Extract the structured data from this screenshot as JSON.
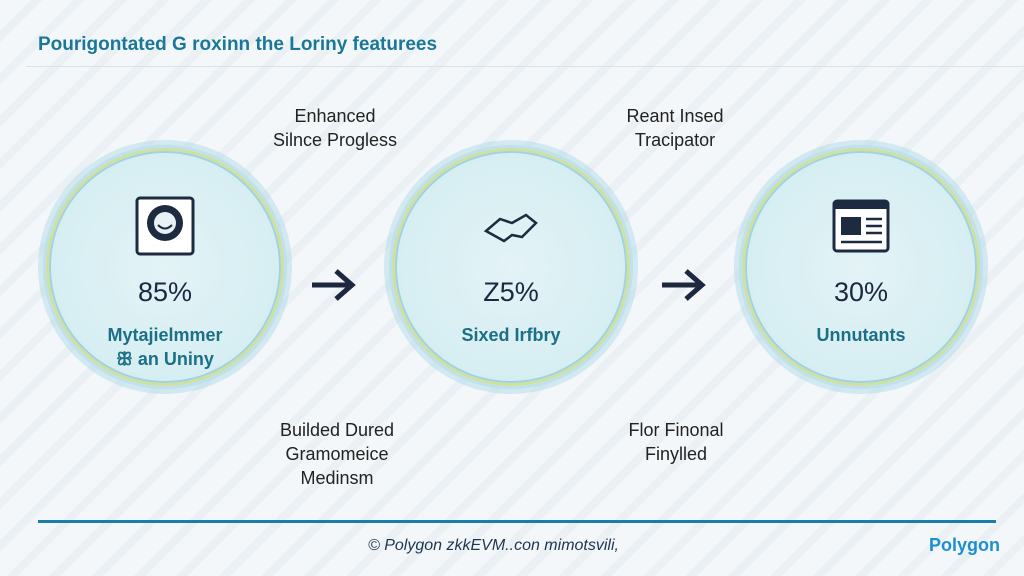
{
  "title": "Pourigontated G roxinn the Loriny featurees",
  "steps": [
    {
      "value": "85%",
      "label1": "Mytajielmmer",
      "label2": "ꕥ an Uniny",
      "icon": "gear-face-icon"
    },
    {
      "value": "Z5%",
      "label1": "Sixed Irfbry",
      "label2": "",
      "icon": "handshake-icon"
    },
    {
      "value": "30%",
      "label1": "Unnutants",
      "label2": "",
      "icon": "document-screen-icon"
    }
  ],
  "captions_top": [
    {
      "line1": "Enhanced",
      "line2": "Silnce Progless"
    },
    {
      "line1": "Reant Insed",
      "line2": "Tracipator"
    }
  ],
  "captions_bottom": [
    {
      "line1": "Builded Dured",
      "line2": "Gramomeice",
      "line3": "Medinsm"
    },
    {
      "line1": "Flor Finonal",
      "line2": "Finylled"
    }
  ],
  "footer": {
    "text": "© Polygon zkkEVM..con mimotsvili,",
    "brand": "Polygon"
  }
}
